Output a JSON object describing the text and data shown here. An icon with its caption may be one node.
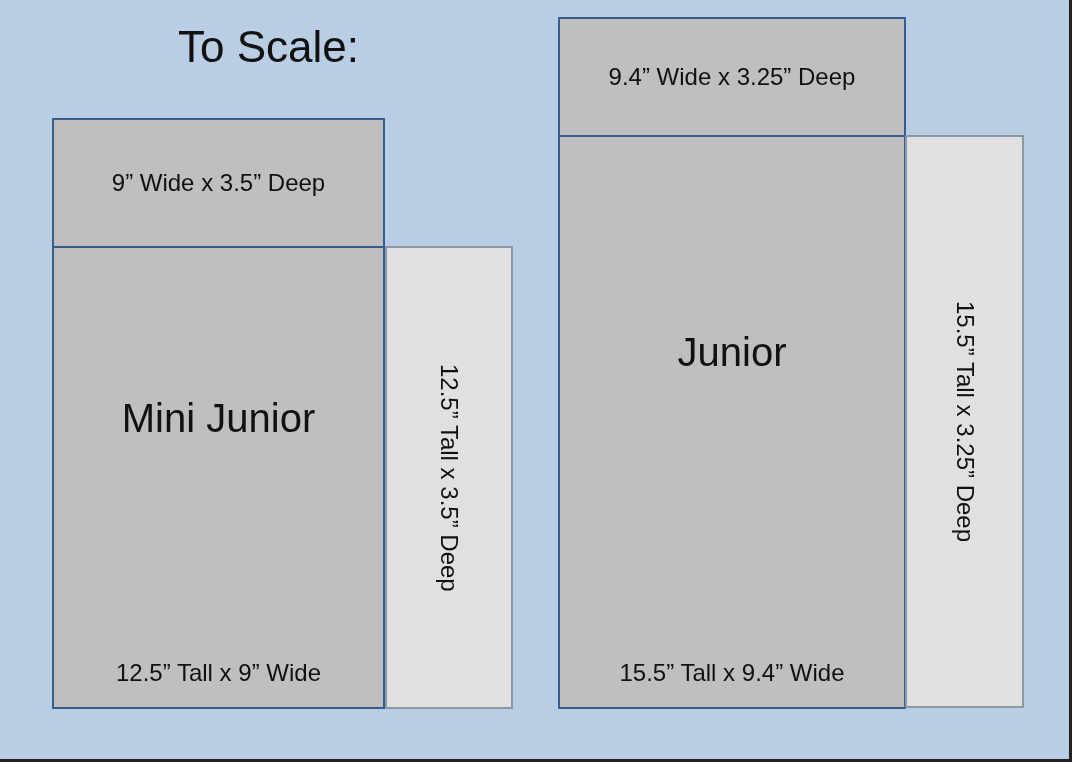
{
  "diagram": {
    "title": "To Scale:",
    "nodes": [
      {
        "text": [
          "9” Wide x 3.5” Deep"
        ]
      },
      {
        "text": [
          "Mini Junior",
          "12.5” Tall x 9” Wide"
        ]
      },
      {
        "text": [
          "12.5” Tall x 3.5” Deep"
        ]
      },
      {
        "text": [
          "9.4” Wide x 3.25” Deep"
        ]
      },
      {
        "text": [
          "Junior",
          "15.5” Tall x 9.4” Wide"
        ]
      },
      {
        "text": [
          "15.5” Tall x 3.25” Deep"
        ]
      }
    ],
    "edges": []
  }
}
